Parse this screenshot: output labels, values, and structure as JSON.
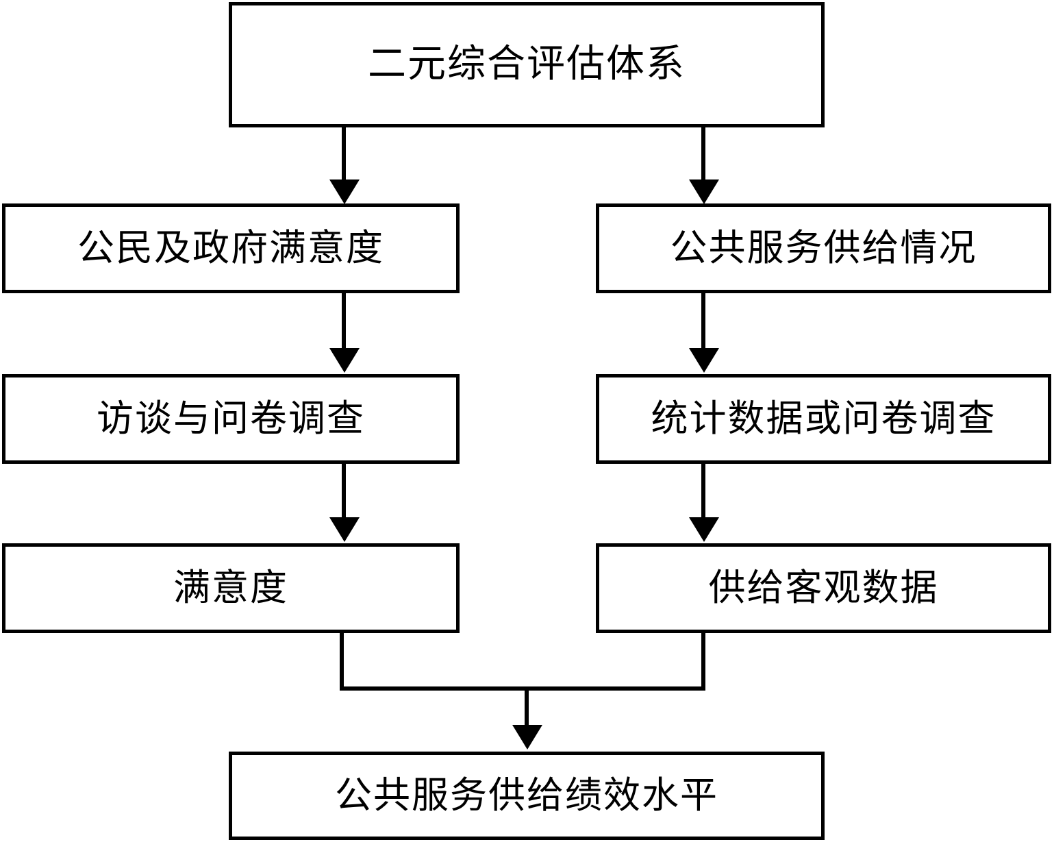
{
  "diagram": {
    "type": "flowchart",
    "orientation": "top-down",
    "title_node": "二元综合评估体系",
    "nodes": [
      {
        "id": "root",
        "label": "二元综合评估体系",
        "row": 1,
        "column": "center"
      },
      {
        "id": "satisfaction-dim",
        "label": "公民及政府满意度",
        "row": 2,
        "column": "left"
      },
      {
        "id": "supply-dim",
        "label": "公共服务供给情况",
        "row": 2,
        "column": "right"
      },
      {
        "id": "interview-survey",
        "label": "访谈与问卷调查",
        "row": 3,
        "column": "left"
      },
      {
        "id": "statistics-survey",
        "label": "统计数据或问卷调查",
        "row": 3,
        "column": "right"
      },
      {
        "id": "satisfaction",
        "label": "满意度",
        "row": 4,
        "column": "left"
      },
      {
        "id": "objective-data",
        "label": "供给客观数据",
        "row": 4,
        "column": "right"
      },
      {
        "id": "performance",
        "label": "公共服务供给绩效水平",
        "row": 5,
        "column": "center"
      }
    ],
    "edges": [
      {
        "from": "root",
        "to": "satisfaction-dim",
        "style": "arrow"
      },
      {
        "from": "root",
        "to": "supply-dim",
        "style": "arrow"
      },
      {
        "from": "satisfaction-dim",
        "to": "interview-survey",
        "style": "arrow"
      },
      {
        "from": "supply-dim",
        "to": "statistics-survey",
        "style": "arrow"
      },
      {
        "from": "interview-survey",
        "to": "satisfaction",
        "style": "arrow"
      },
      {
        "from": "statistics-survey",
        "to": "objective-data",
        "style": "arrow"
      },
      {
        "from": "satisfaction",
        "to": "performance",
        "style": "elbow-merge-arrow"
      },
      {
        "from": "objective-data",
        "to": "performance",
        "style": "elbow-merge-arrow"
      }
    ],
    "colors": {
      "background": "#ffffff",
      "border": "#000000",
      "text": "#000000",
      "connector": "#000000"
    }
  }
}
